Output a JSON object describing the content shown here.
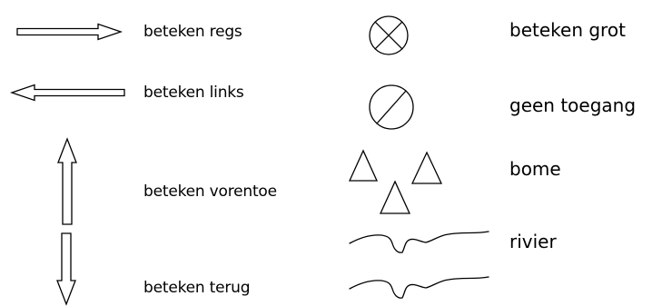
{
  "legend": {
    "arrows": [
      {
        "icon": "arrow-right-icon",
        "label": "beteken regs"
      },
      {
        "icon": "arrow-left-icon",
        "label": "beteken links"
      },
      {
        "icon": "arrow-up-icon",
        "label": "beteken vorentoe"
      },
      {
        "icon": "arrow-down-icon",
        "label": "beteken terug"
      }
    ],
    "features": [
      {
        "icon": "crossed-circle-icon",
        "label": "beteken grot"
      },
      {
        "icon": "slashed-circle-icon",
        "label": "geen toegang"
      },
      {
        "icon": "triangles-icon",
        "label": "bome"
      },
      {
        "icon": "river-lines-icon",
        "label": "rivier"
      }
    ]
  }
}
